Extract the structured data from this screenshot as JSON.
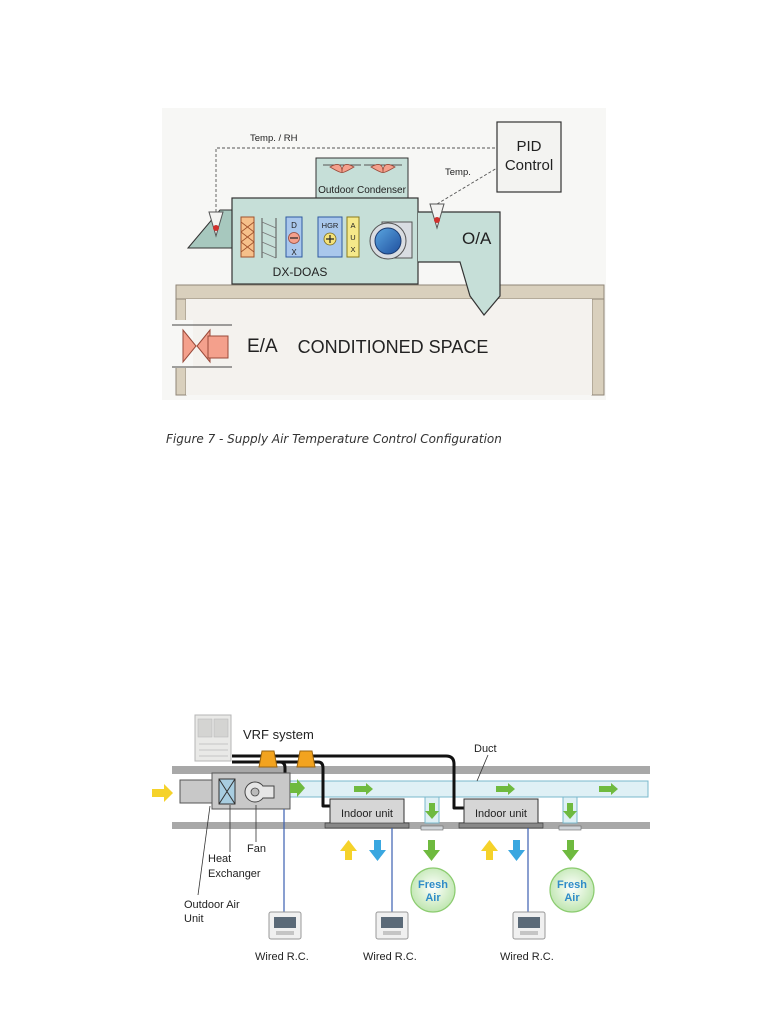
{
  "figure7": {
    "temp_rh_label": "Temp. / RH",
    "pid_line1": "PID",
    "pid_line2": "Control",
    "temp_label": "Temp.",
    "outdoor_condenser": "Outdoor Condenser",
    "dx_doas": "DX-DOAS",
    "oa_label": "O/A",
    "ea_label": "E/A",
    "conditioned_space": "CONDITIONED SPACE",
    "dx_letters": [
      "D",
      "X"
    ],
    "hgr_label": "HGR",
    "aux_letters": [
      "A",
      "U",
      "X"
    ],
    "caption": "Figure 7 - Supply Air Temperature Control Configuration"
  },
  "vrf": {
    "vrf_system": "VRF system",
    "duct": "Duct",
    "indoor_unit": "Indoor unit",
    "fan": "Fan",
    "heat_exchanger_1": "Heat",
    "heat_exchanger_2": "Exchanger",
    "outdoor_air_unit_1": "Outdoor Air",
    "outdoor_air_unit_2": "Unit",
    "fresh_1": "Fresh",
    "fresh_2": "Air",
    "wired_rc": "Wired R.C."
  },
  "colors": {
    "unit_fill": "#c6dfd8",
    "ceiling_fill": "#d8cfbd",
    "space_fill": "#f4f2ee",
    "fan_blade": "#f4a08c",
    "duct_fill": "#dff0f5",
    "arrow_green": "#6fba3f",
    "arrow_yellow": "#f5d22a",
    "arrow_blue": "#3aa7e0"
  }
}
